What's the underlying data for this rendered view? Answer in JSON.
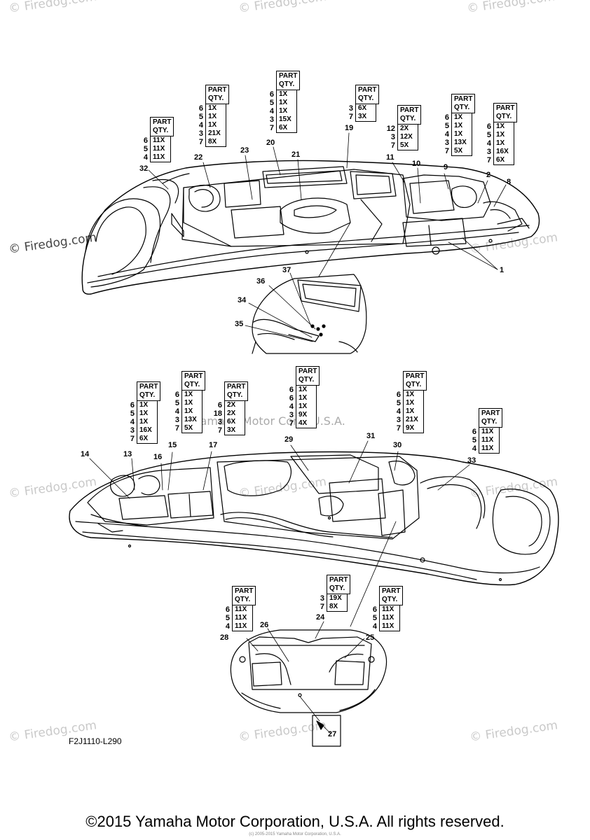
{
  "watermarks": [
    "© Firedog.com",
    "© Firedog.com",
    "© Firedog.com",
    "© Firedog.com",
    "© Firedog.com",
    "© Firedog.com",
    "© Firedog.com",
    "© Firedog.com",
    "© Firedog.com",
    "© Firedog.com",
    "© Firedog.com",
    "© Firedog.com"
  ],
  "center_watermark": "Yamaha Motor Corp, U.S.A.",
  "qty_header": [
    "PART",
    "QTY."
  ],
  "qty_boxes": [
    {
      "rows": [
        [
          "6",
          "11X"
        ],
        [
          "5",
          "11X"
        ],
        [
          "4",
          "11X"
        ]
      ]
    },
    {
      "rows": [
        [
          "6",
          "1X"
        ],
        [
          "5",
          "1X"
        ],
        [
          "4",
          "1X"
        ],
        [
          "3",
          "21X"
        ],
        [
          "7",
          "8X"
        ]
      ]
    },
    {
      "rows": [
        [
          "6",
          "1X"
        ],
        [
          "5",
          "1X"
        ],
        [
          "4",
          "1X"
        ],
        [
          "3",
          "15X"
        ],
        [
          "7",
          "6X"
        ]
      ]
    },
    {
      "rows": [
        [
          "3",
          "6X"
        ],
        [
          "7",
          "3X"
        ]
      ]
    },
    {
      "rows": [
        [
          "12",
          "2X"
        ],
        [
          "3",
          "12X"
        ],
        [
          "7",
          "5X"
        ]
      ]
    },
    {
      "rows": [
        [
          "6",
          "1X"
        ],
        [
          "5",
          "1X"
        ],
        [
          "4",
          "1X"
        ],
        [
          "3",
          "13X"
        ],
        [
          "7",
          "5X"
        ]
      ]
    },
    {
      "rows": [
        [
          "6",
          "1X"
        ],
        [
          "5",
          "1X"
        ],
        [
          "4",
          "1X"
        ],
        [
          "3",
          "16X"
        ],
        [
          "7",
          "6X"
        ]
      ]
    },
    {
      "rows": [
        [
          "6",
          "1X"
        ],
        [
          "5",
          "1X"
        ],
        [
          "4",
          "1X"
        ],
        [
          "3",
          "16X"
        ],
        [
          "7",
          "6X"
        ]
      ]
    },
    {
      "rows": [
        [
          "6",
          "1X"
        ],
        [
          "5",
          "1X"
        ],
        [
          "4",
          "1X"
        ],
        [
          "3",
          "13X"
        ],
        [
          "7",
          "5X"
        ]
      ]
    },
    {
      "rows": [
        [
          "6",
          "2X"
        ],
        [
          "18",
          "2X"
        ],
        [
          "3",
          "6X"
        ],
        [
          "7",
          "3X"
        ]
      ]
    },
    {
      "rows": [
        [
          "6",
          "1X"
        ],
        [
          "6",
          "1X"
        ],
        [
          "4",
          "1X"
        ],
        [
          "3",
          "9X"
        ],
        [
          "7",
          "4X"
        ]
      ]
    },
    {
      "rows": [
        [
          "6",
          "1X"
        ],
        [
          "5",
          "1X"
        ],
        [
          "4",
          "1X"
        ],
        [
          "3",
          "21X"
        ],
        [
          "7",
          "9X"
        ]
      ]
    },
    {
      "rows": [
        [
          "6",
          "11X"
        ],
        [
          "5",
          "11X"
        ],
        [
          "4",
          "11X"
        ]
      ]
    },
    {
      "rows": [
        [
          "6",
          "11X"
        ],
        [
          "5",
          "11X"
        ],
        [
          "4",
          "11X"
        ]
      ]
    },
    {
      "rows": [
        [
          "3",
          "19X"
        ],
        [
          "7",
          "8X"
        ]
      ]
    },
    {
      "rows": [
        [
          "6",
          "11X"
        ],
        [
          "5",
          "11X"
        ],
        [
          "4",
          "11X"
        ]
      ]
    }
  ],
  "callouts": [
    "32",
    "22",
    "23",
    "20",
    "21",
    "19",
    "11",
    "10",
    "9",
    "2",
    "8",
    "1",
    "37",
    "36",
    "34",
    "35",
    "14",
    "13",
    "16",
    "15",
    "17",
    "29",
    "31",
    "30",
    "33",
    "28",
    "26",
    "24",
    "25",
    "27"
  ],
  "figure_code": "F2J1110-L290",
  "copyright": "©2015 Yamaha Motor Corporation, U.S.A. All rights reserved.",
  "tiny_copyright": "(c) 2005-2015 Yamaha Motor Corporation, U.S.A."
}
